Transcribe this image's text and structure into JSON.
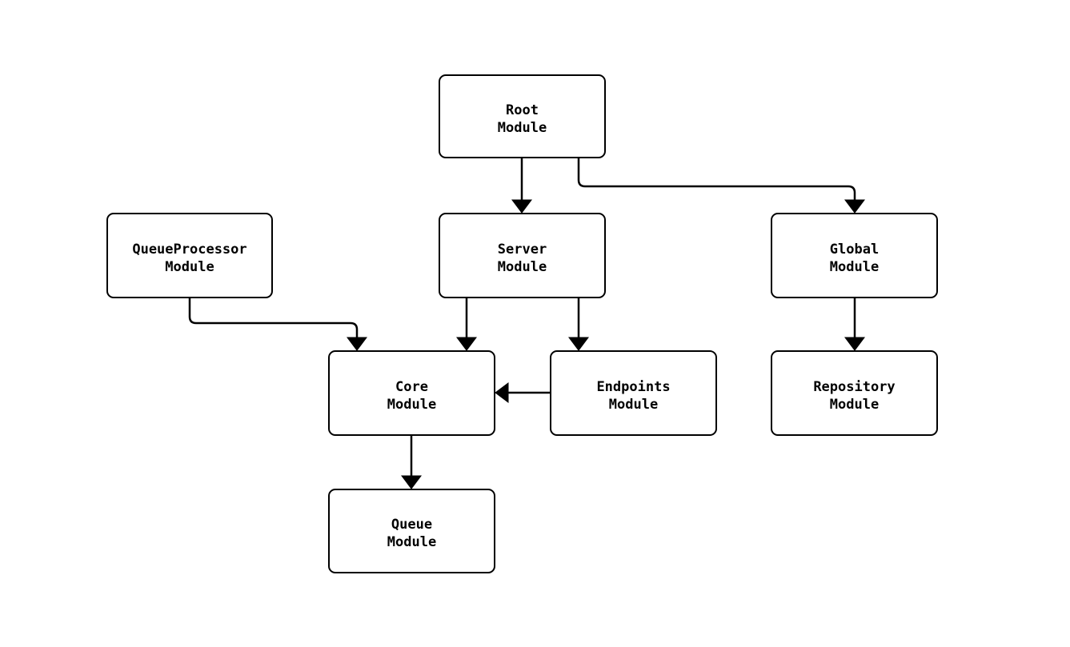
{
  "diagram": {
    "type": "module-dependency-graph",
    "colors": {
      "background": "#ffffff",
      "node_fill": "#ffffff",
      "node_border": "#000000",
      "text": "#000000",
      "arrow": "#000000"
    },
    "nodes": [
      {
        "id": "root",
        "line1": "Root",
        "line2": "Module"
      },
      {
        "id": "queue_processor",
        "line1": "QueueProcessor",
        "line2": "Module"
      },
      {
        "id": "server",
        "line1": "Server",
        "line2": "Module"
      },
      {
        "id": "global",
        "line1": "Global",
        "line2": "Module"
      },
      {
        "id": "core",
        "line1": "Core",
        "line2": "Module"
      },
      {
        "id": "endpoints",
        "line1": "Endpoints",
        "line2": "Module"
      },
      {
        "id": "repository",
        "line1": "Repository",
        "line2": "Module"
      },
      {
        "id": "queue",
        "line1": "Queue",
        "line2": "Module"
      }
    ],
    "edges": [
      {
        "from": "root",
        "to": "server"
      },
      {
        "from": "root",
        "to": "global"
      },
      {
        "from": "queue_processor",
        "to": "core"
      },
      {
        "from": "server",
        "to": "core"
      },
      {
        "from": "server",
        "to": "endpoints"
      },
      {
        "from": "endpoints",
        "to": "core"
      },
      {
        "from": "global",
        "to": "repository"
      },
      {
        "from": "core",
        "to": "queue"
      }
    ]
  }
}
